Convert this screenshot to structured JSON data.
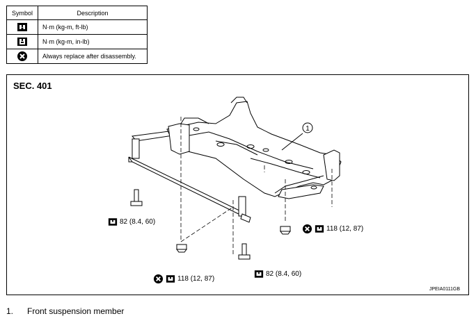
{
  "legend": {
    "header_symbol": "Symbol",
    "header_description": "Description",
    "rows": [
      {
        "icon": "torque-wrench-icon",
        "description": "N·m (kg-m, ft-lb)"
      },
      {
        "icon": "torque-wrench-inlb-icon",
        "description": "N·m (kg-m, in-lb)"
      },
      {
        "icon": "always-replace-icon",
        "description": "Always replace after disassembly."
      }
    ]
  },
  "figure": {
    "section": "SEC. 401",
    "callout_number": "1",
    "figure_id": "JPEIA0111GB",
    "torques": [
      {
        "value": "82 (8.4, 60)",
        "replace": false
      },
      {
        "value": "118 (12, 87)",
        "replace": true
      },
      {
        "value": "118 (12, 87)",
        "replace": true
      },
      {
        "value": "82 (8.4, 60)",
        "replace": false
      }
    ]
  },
  "caption": {
    "number": "1.",
    "text": "Front suspension member"
  }
}
